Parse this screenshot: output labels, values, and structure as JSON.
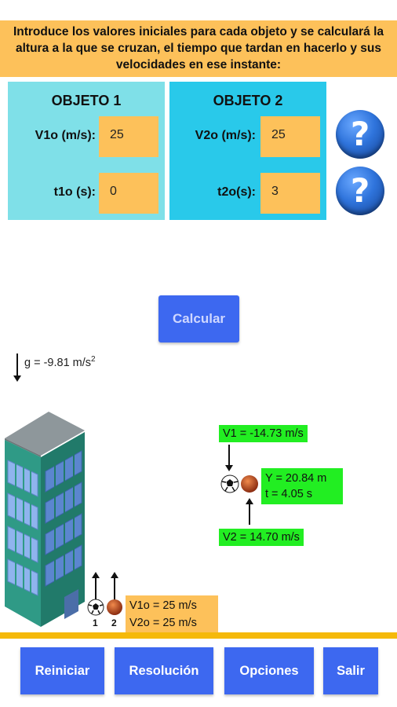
{
  "header": {
    "instructions": "Introduce los valores iniciales para cada objeto y se calculará la altura a la que se cruzan, el tiempo que tardan en hacerlo y sus velocidades en ese instante:"
  },
  "object1": {
    "title": "OBJETO 1",
    "v_label": "V1o (m/s):",
    "v_value": "25",
    "t_label": "t1o (s):",
    "t_value": "0"
  },
  "object2": {
    "title": "OBJETO 2",
    "v_label": "V2o (m/s):",
    "v_value": "25",
    "t_label": "t2o(s):",
    "t_value": "3"
  },
  "help": {
    "symbol": "?"
  },
  "calculate": {
    "label": "Calcular"
  },
  "scene": {
    "gravity_text": "g = -9.81 m/s",
    "gravity_exp": "2",
    "v1_result": "V1 = -14.73 m/s",
    "y_result": "Y = 20.84 m",
    "t_result": "t = 4.05 s",
    "v2_result": "V2 = 14.70 m/s",
    "v1o_text": "V1o = 25 m/s",
    "v2o_text": "V2o = 25 m/s",
    "ball1_num": "1",
    "ball2_num": "2"
  },
  "footer": {
    "reset": "Reiniciar",
    "solution": "Resolución",
    "options": "Opciones",
    "exit": "Salir"
  },
  "colors": {
    "accent_blue": "#3d68f0",
    "header_orange": "#fdc15a",
    "result_green": "#22ee22",
    "panel1": "#7fe0e8",
    "panel2": "#29c9ea"
  }
}
